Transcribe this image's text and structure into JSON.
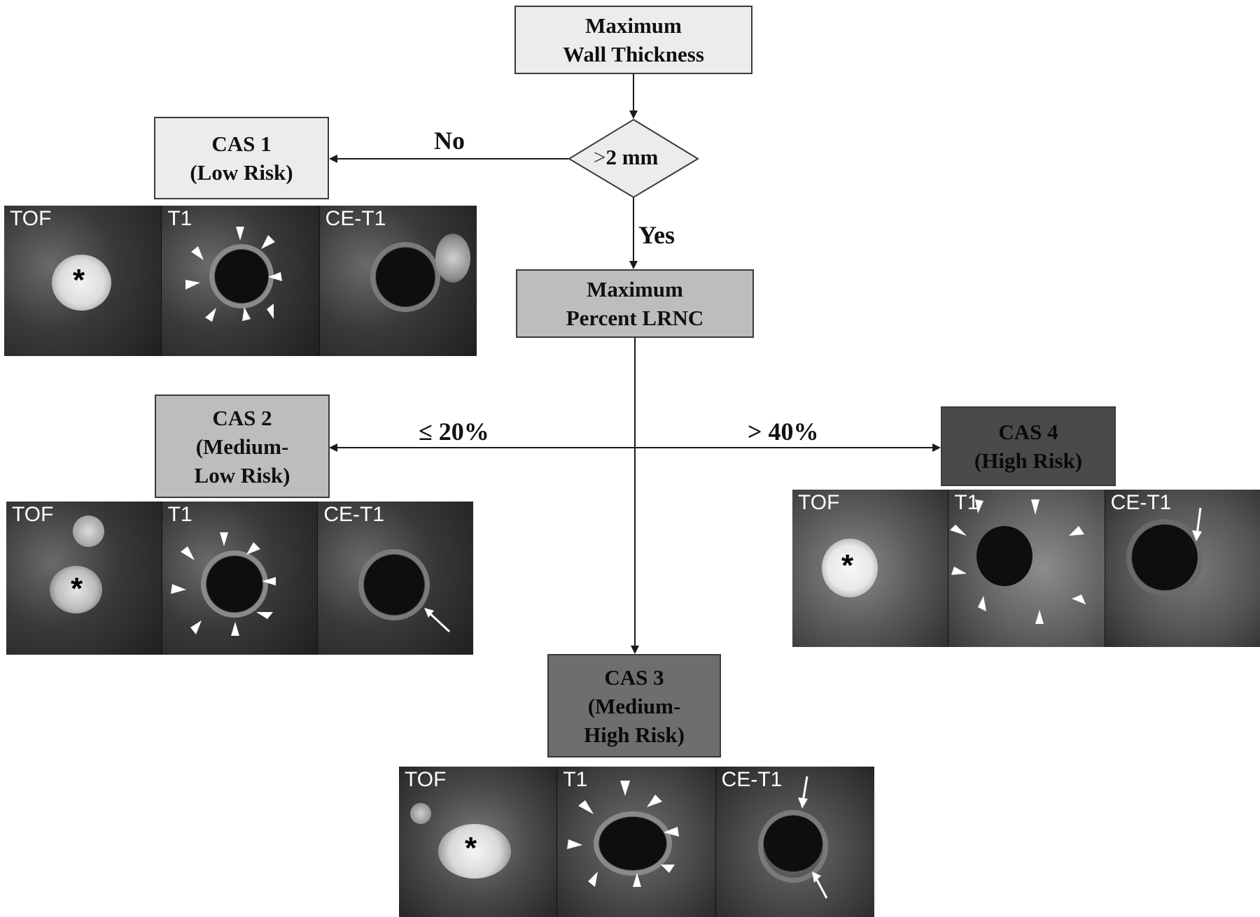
{
  "flowchart": {
    "start": {
      "line1": "Maximum",
      "line2": "Wall Thickness"
    },
    "decision": {
      "symbol": ">",
      "text": "2 mm"
    },
    "edge_no": "No",
    "edge_yes": "Yes",
    "lrnc": {
      "line1": "Maximum",
      "line2": "Percent LRNC"
    },
    "edge_le20": "≤ 20%",
    "edge_gt40": "> 40%",
    "cas1": {
      "line1": "CAS 1",
      "line2": "(Low Risk)"
    },
    "cas2": {
      "line1": "CAS 2",
      "line2": "(Medium-",
      "line3": "Low Risk)"
    },
    "cas3": {
      "line1": "CAS 3",
      "line2": "(Medium-",
      "line3": "High Risk)"
    },
    "cas4": {
      "line1": "CAS 4",
      "line2": "(High Risk)"
    }
  },
  "image_panels": {
    "labels": [
      "TOF",
      "T1",
      "CE-T1"
    ],
    "asterisk": "*"
  },
  "colors": {
    "box_start": "#ececec",
    "box_cas1": "#ececec",
    "box_lrnc": "#bdbdbd",
    "box_cas2": "#bdbdbd",
    "box_cas3": "#6e6e6e",
    "box_cas4": "#4a4a4a",
    "lines": "#1a1a1a"
  }
}
